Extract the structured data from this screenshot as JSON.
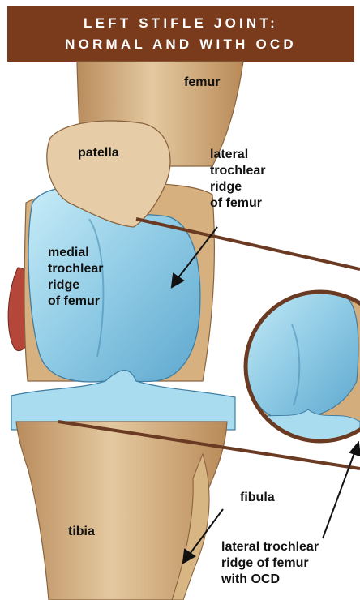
{
  "title": {
    "line1": "LEFT STIFLE JOINT:",
    "line2": "NORMAL AND WITH OCD"
  },
  "labels": {
    "femur": "femur",
    "patella": "patella",
    "lateral_ridge": [
      "lateral",
      "trochlear",
      "ridge",
      "of femur"
    ],
    "medial_ridge": [
      "medial",
      "trochlear",
      "ridge",
      "of femur"
    ],
    "fibula": "fibula",
    "tibia": "tibia",
    "ocd_ridge": [
      "lateral trochlear",
      "ridge of femur",
      "with OCD"
    ]
  },
  "colors": {
    "title_bg": "#7a3a1c",
    "bone": "#d9b88c",
    "cartilage": "#9fd3ea",
    "callout_line": "#6b3a22"
  }
}
